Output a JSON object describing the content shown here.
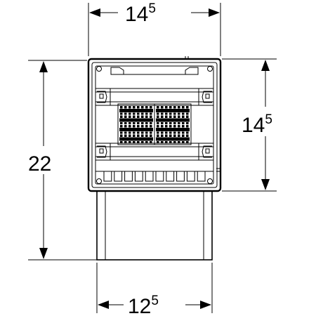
{
  "dimensions": {
    "top_width": {
      "base": "14",
      "sup": "5"
    },
    "right_height": {
      "base": "14",
      "sup": "5"
    },
    "left_height": {
      "base": "22",
      "sup": ""
    },
    "bottom_width": {
      "base": "12",
      "sup": "5"
    }
  },
  "terminal_block": {
    "rows": 4,
    "columns_per_group": 8,
    "groups": 2
  },
  "bottom_fins": 10
}
